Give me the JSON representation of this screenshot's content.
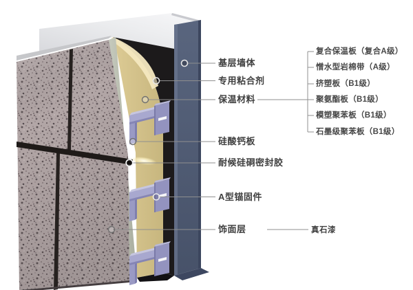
{
  "diagram": {
    "type": "external-wall-insulation-system-cutaway",
    "labels": {
      "base_wall": "基层墙体",
      "adhesive": "专用粘合剂",
      "insulation": "保温材料",
      "calcium_silicate_board": "硅酸钙板",
      "weatherproof_silicone_sealant": "耐候硅硐密封胶",
      "type_a_anchor": "A型锚固件",
      "finish_layer": "饰面层",
      "real_stone_paint": "真石漆"
    },
    "insulation_materials": [
      "复合保温板（复合A级）",
      "憎水型岩棉带（A级）",
      "挤塑板（B1级）",
      "聚氨酯板（B1级）",
      "模塑聚苯板（B1级）",
      "石墨级聚苯板（B1级）"
    ],
    "colors": {
      "background": "#ffffff",
      "base_wall": "#4e5a72",
      "adhesive_black": "#1c1a1b",
      "insulation_tan": "#d8c68e",
      "insulation_highlight": "#f4e8c0",
      "silicate_board": "#b9bdb0",
      "finish_panel": "#b2a6a6",
      "anchor_purple": "#a0a0c8",
      "top_slab": "#e9eaed",
      "leader_line": "#8f8f8f",
      "label_text": "#3f3f3f"
    }
  }
}
